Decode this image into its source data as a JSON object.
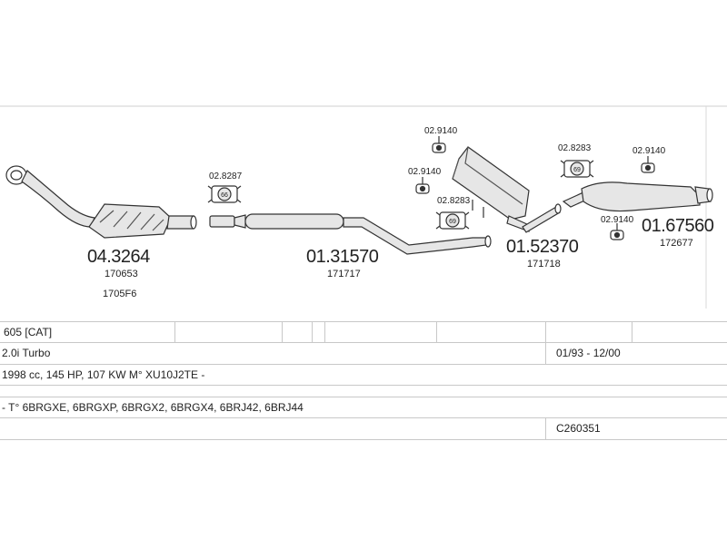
{
  "parts": {
    "catalyst": {
      "number": "04.3264",
      "ref1": "170653",
      "ref2": "1705F6"
    },
    "middle_pipe": {
      "number": "01.31570",
      "ref1": "171717"
    },
    "mid_silencer": {
      "number": "01.52370",
      "ref1": "171718"
    },
    "rear_silencer": {
      "number": "01.67560",
      "ref1": "172677"
    }
  },
  "fittings": {
    "clamp_a": "02.8287",
    "hanger_a": "02.9140",
    "hanger_b": "02.9140",
    "clamp_b": "02.8283",
    "clamp_c": "02.8283",
    "hanger_c": "02.9140",
    "hanger_d": "02.9140"
  },
  "badges": {
    "clamp_a": "66",
    "clamp_b": "69",
    "clamp_c": "69"
  },
  "info": {
    "model": "605  [CAT]",
    "engine": "2.0i Turbo",
    "period": "01/93 - 12/00",
    "spec": "1998 cc, 145 HP, 107 KW M° XU10J2TE -",
    "types": "- T° 6BRGXE, 6BRGXP, 6BRGX2, 6BRGX4, 6BRJ42, 6BRJ44",
    "code": "C260351"
  },
  "colors": {
    "line": "#333333",
    "fill": "#e6e6e6",
    "rule": "#c8c8c8"
  }
}
